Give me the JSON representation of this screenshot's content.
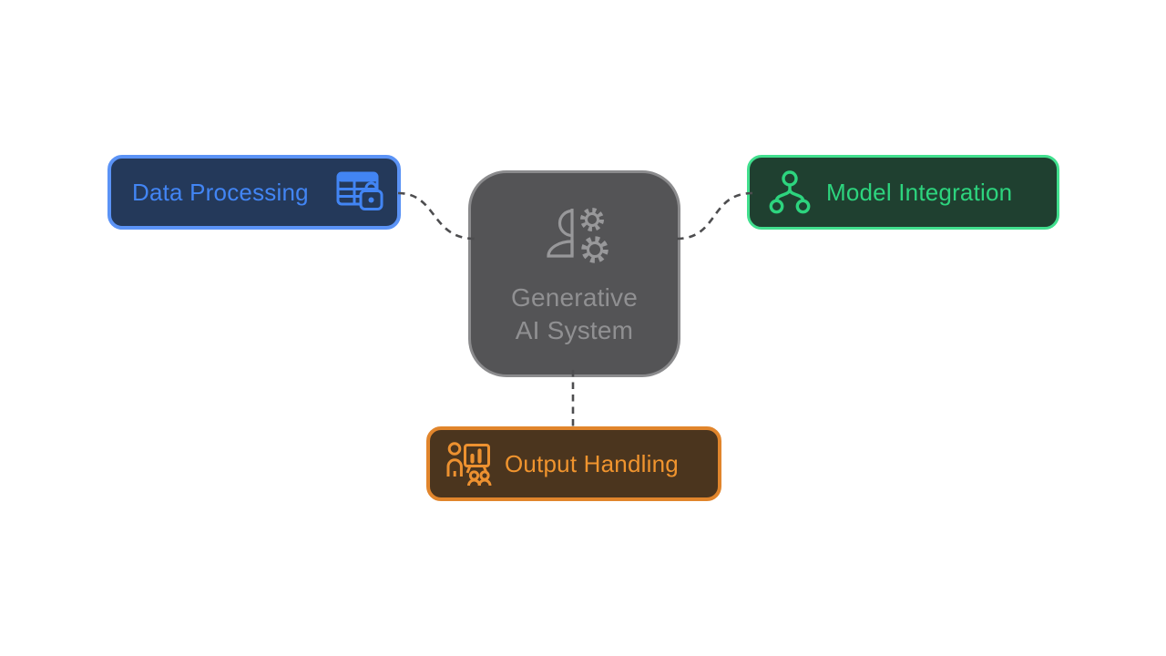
{
  "diagram": {
    "background_color": "#ffffff",
    "connector_color": "#4d4d4f",
    "connector_style": "dashed",
    "center_node": {
      "id": "generative-ai-system",
      "label": "Generative\nAI System",
      "icon": "person-gears-icon",
      "fill": "#545456",
      "border_color": "#8b8b8d",
      "text_color": "#909092"
    },
    "nodes": [
      {
        "id": "data-processing",
        "label": "Data Processing",
        "icon": "secure-data-table-icon",
        "position": "left",
        "fill": "#24395a",
        "border_color": "#5b93f6",
        "text_color": "#4285f4"
      },
      {
        "id": "model-integration",
        "label": "Model Integration",
        "icon": "hierarchy-icon",
        "position": "right",
        "fill": "#1f4030",
        "border_color": "#41df8e",
        "text_color": "#2dd47e"
      },
      {
        "id": "output-handling",
        "label": "Output Handling",
        "icon": "presentation-chart-icon",
        "position": "bottom",
        "fill": "#4b351e",
        "border_color": "#e1852c",
        "text_color": "#f0942e"
      }
    ],
    "edges": [
      {
        "from": "generative-ai-system",
        "to": "data-processing",
        "style": "dashed"
      },
      {
        "from": "generative-ai-system",
        "to": "model-integration",
        "style": "dashed"
      },
      {
        "from": "generative-ai-system",
        "to": "output-handling",
        "style": "dashed"
      }
    ]
  }
}
